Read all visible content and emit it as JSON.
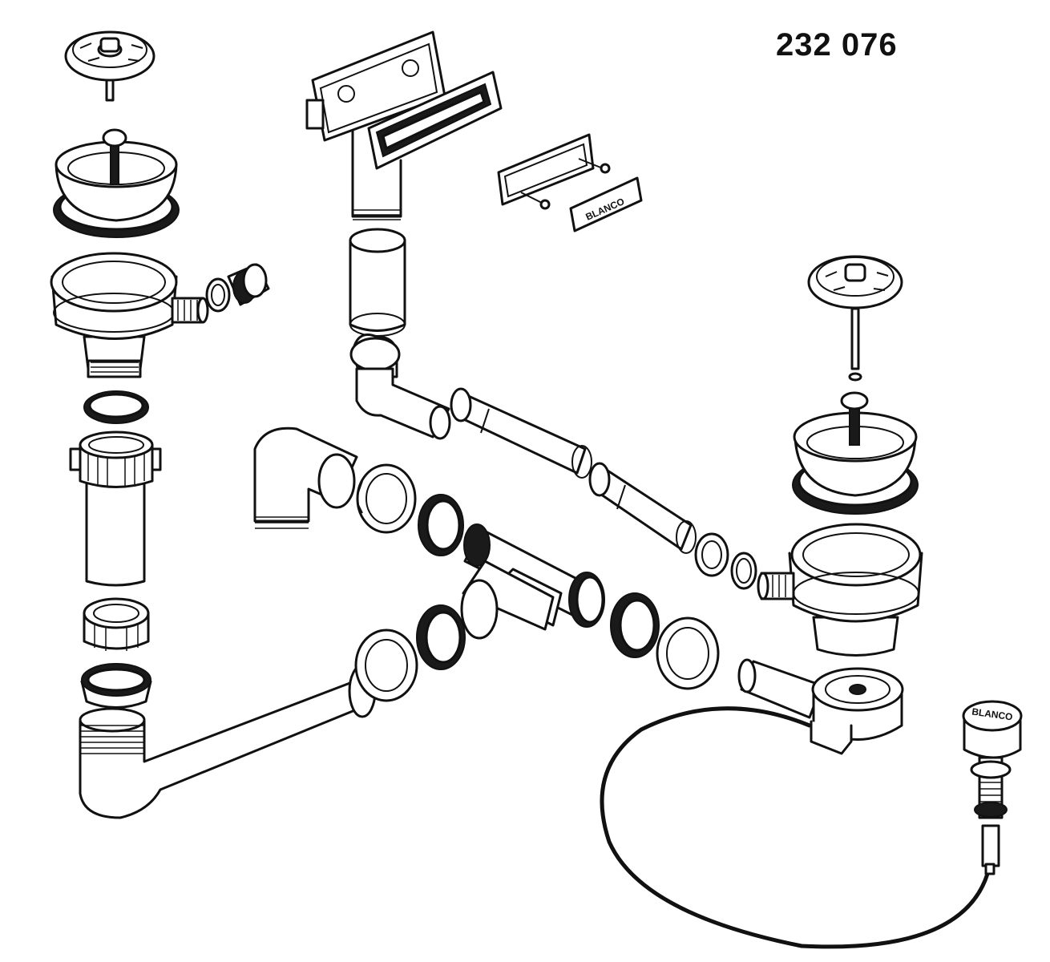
{
  "part_number": "232 076",
  "brand_marks": {
    "overflow_cover": "BLANCO",
    "operating_knob": "BLANCO"
  },
  "colors": {
    "line": "#111111",
    "fill": "#ffffff",
    "gasket": "#1a1a1a"
  }
}
